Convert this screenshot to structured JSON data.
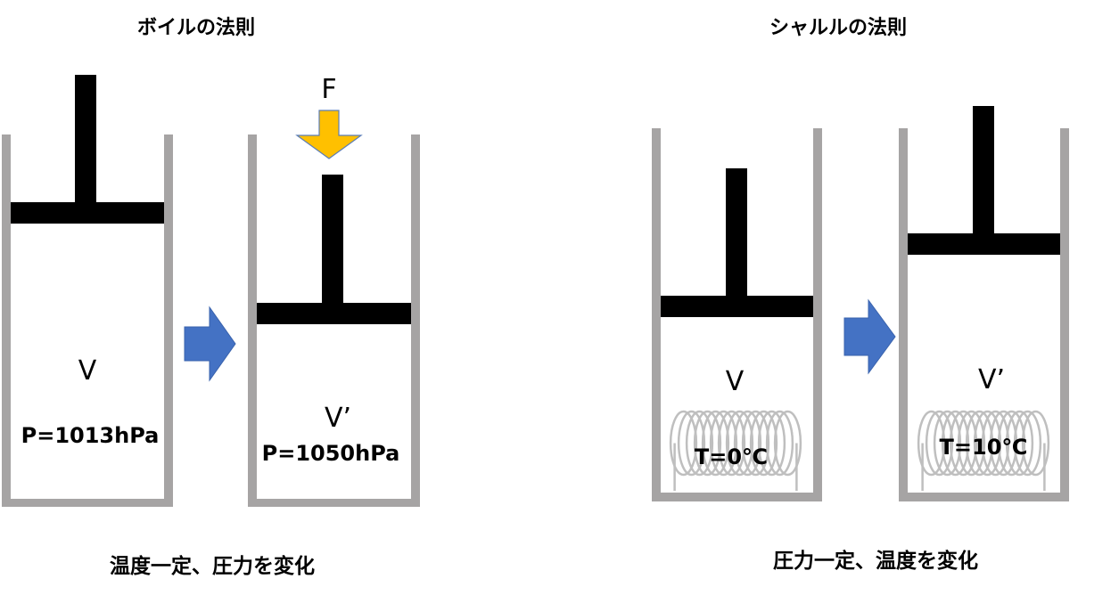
{
  "boyle": {
    "title": "ボイルの法則",
    "force_label": "F",
    "left_volume": "V",
    "left_pressure": "P=1013hPa",
    "right_volume": "V’",
    "right_pressure": "P=1050hPa",
    "caption": "温度一定、圧力を変化"
  },
  "charles": {
    "title": "シャルルの法則",
    "left_volume": "V",
    "left_temperature": "T=0℃",
    "right_volume": "V’",
    "right_temperature": "T=10℃",
    "caption": "圧力一定、温度を変化"
  },
  "colors": {
    "cylinder_wall": "#a6a4a4",
    "piston": "#000000",
    "process_arrow": "#4472c4",
    "force_arrow": "#ffc000",
    "heater_coil": "#bfbfbf"
  }
}
